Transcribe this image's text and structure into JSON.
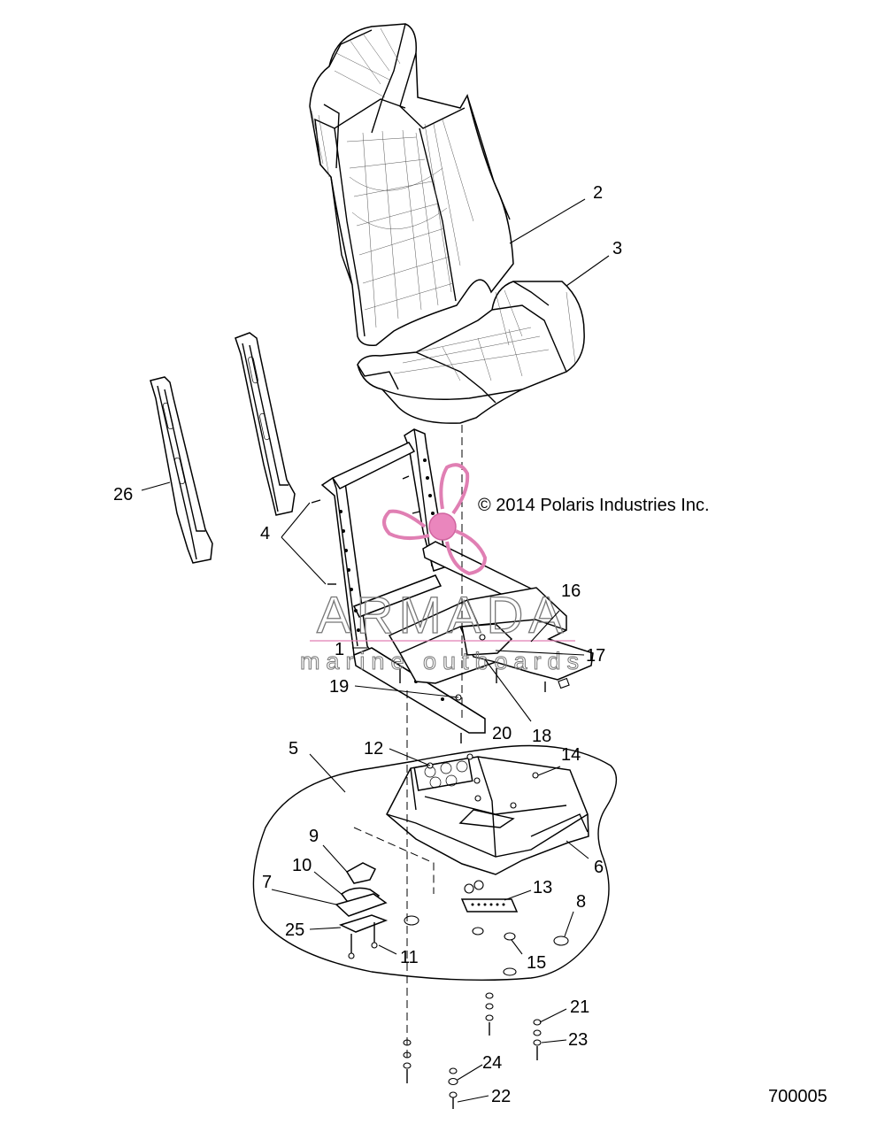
{
  "copyright": "© 2014 Polaris Industries Inc.",
  "figure_number": "700005",
  "watermark": {
    "brand": "ARMADA",
    "tagline": "marine outboards",
    "colors": {
      "logo": "#e07fb3",
      "text": "#777777"
    }
  },
  "callouts": [
    {
      "id": "1",
      "label": "1"
    },
    {
      "id": "2",
      "label": "2"
    },
    {
      "id": "3",
      "label": "3"
    },
    {
      "id": "4",
      "label": "4"
    },
    {
      "id": "5",
      "label": "5"
    },
    {
      "id": "6",
      "label": "6"
    },
    {
      "id": "7",
      "label": "7"
    },
    {
      "id": "8",
      "label": "8"
    },
    {
      "id": "9",
      "label": "9"
    },
    {
      "id": "10",
      "label": "10"
    },
    {
      "id": "11",
      "label": "11"
    },
    {
      "id": "12",
      "label": "12"
    },
    {
      "id": "13",
      "label": "13"
    },
    {
      "id": "14",
      "label": "14"
    },
    {
      "id": "15",
      "label": "15"
    },
    {
      "id": "16",
      "label": "16"
    },
    {
      "id": "17",
      "label": "17"
    },
    {
      "id": "18",
      "label": "18"
    },
    {
      "id": "19",
      "label": "19"
    },
    {
      "id": "20",
      "label": "20"
    },
    {
      "id": "21",
      "label": "21"
    },
    {
      "id": "22",
      "label": "22"
    },
    {
      "id": "23",
      "label": "23"
    },
    {
      "id": "24",
      "label": "24"
    },
    {
      "id": "25",
      "label": "25"
    },
    {
      "id": "26",
      "label": "26"
    }
  ]
}
